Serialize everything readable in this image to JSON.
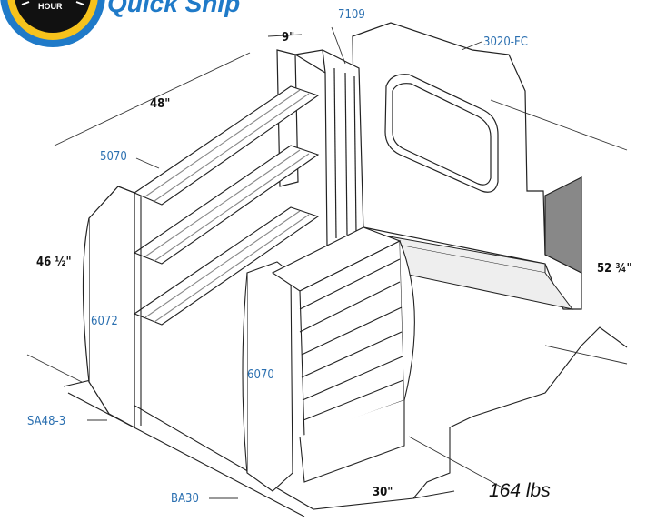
{
  "badge": {
    "text": "HOUR",
    "icon": "clock-badge-icon"
  },
  "brand": {
    "title": "Quick Ship"
  },
  "dimensions": {
    "top_depth": "9\"",
    "shelf_width": "48\"",
    "left_height": "46 ½\"",
    "right_height": "52 ¾\"",
    "bin_width": "30\""
  },
  "parts": {
    "p7109": "7109",
    "p3020": "3020-FC",
    "p5070": "5070",
    "p6072": "6072",
    "p6070": "6070",
    "sa48": "SA48-3",
    "ba30": "BA30"
  },
  "weight": "164 lbs",
  "colors": {
    "brand_blue": "#1f7ac8",
    "part_blue": "#2a6fb0",
    "badge_yellow": "#f6c21c",
    "badge_black": "#111111"
  }
}
